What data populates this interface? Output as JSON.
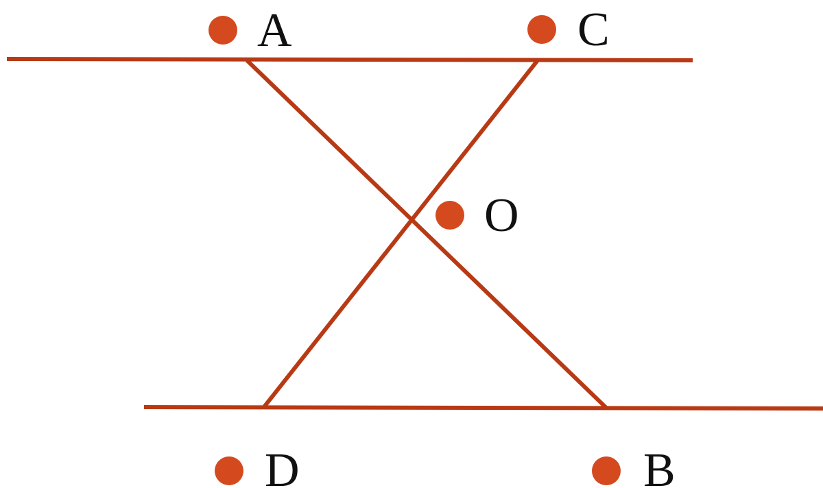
{
  "colors": {
    "line": "#B83A14",
    "dot": "#D44A1E",
    "text": "#111111",
    "background": "#FFFFFF"
  },
  "points": {
    "A": "A",
    "C": "C",
    "O": "O",
    "D": "D",
    "B": "B"
  }
}
